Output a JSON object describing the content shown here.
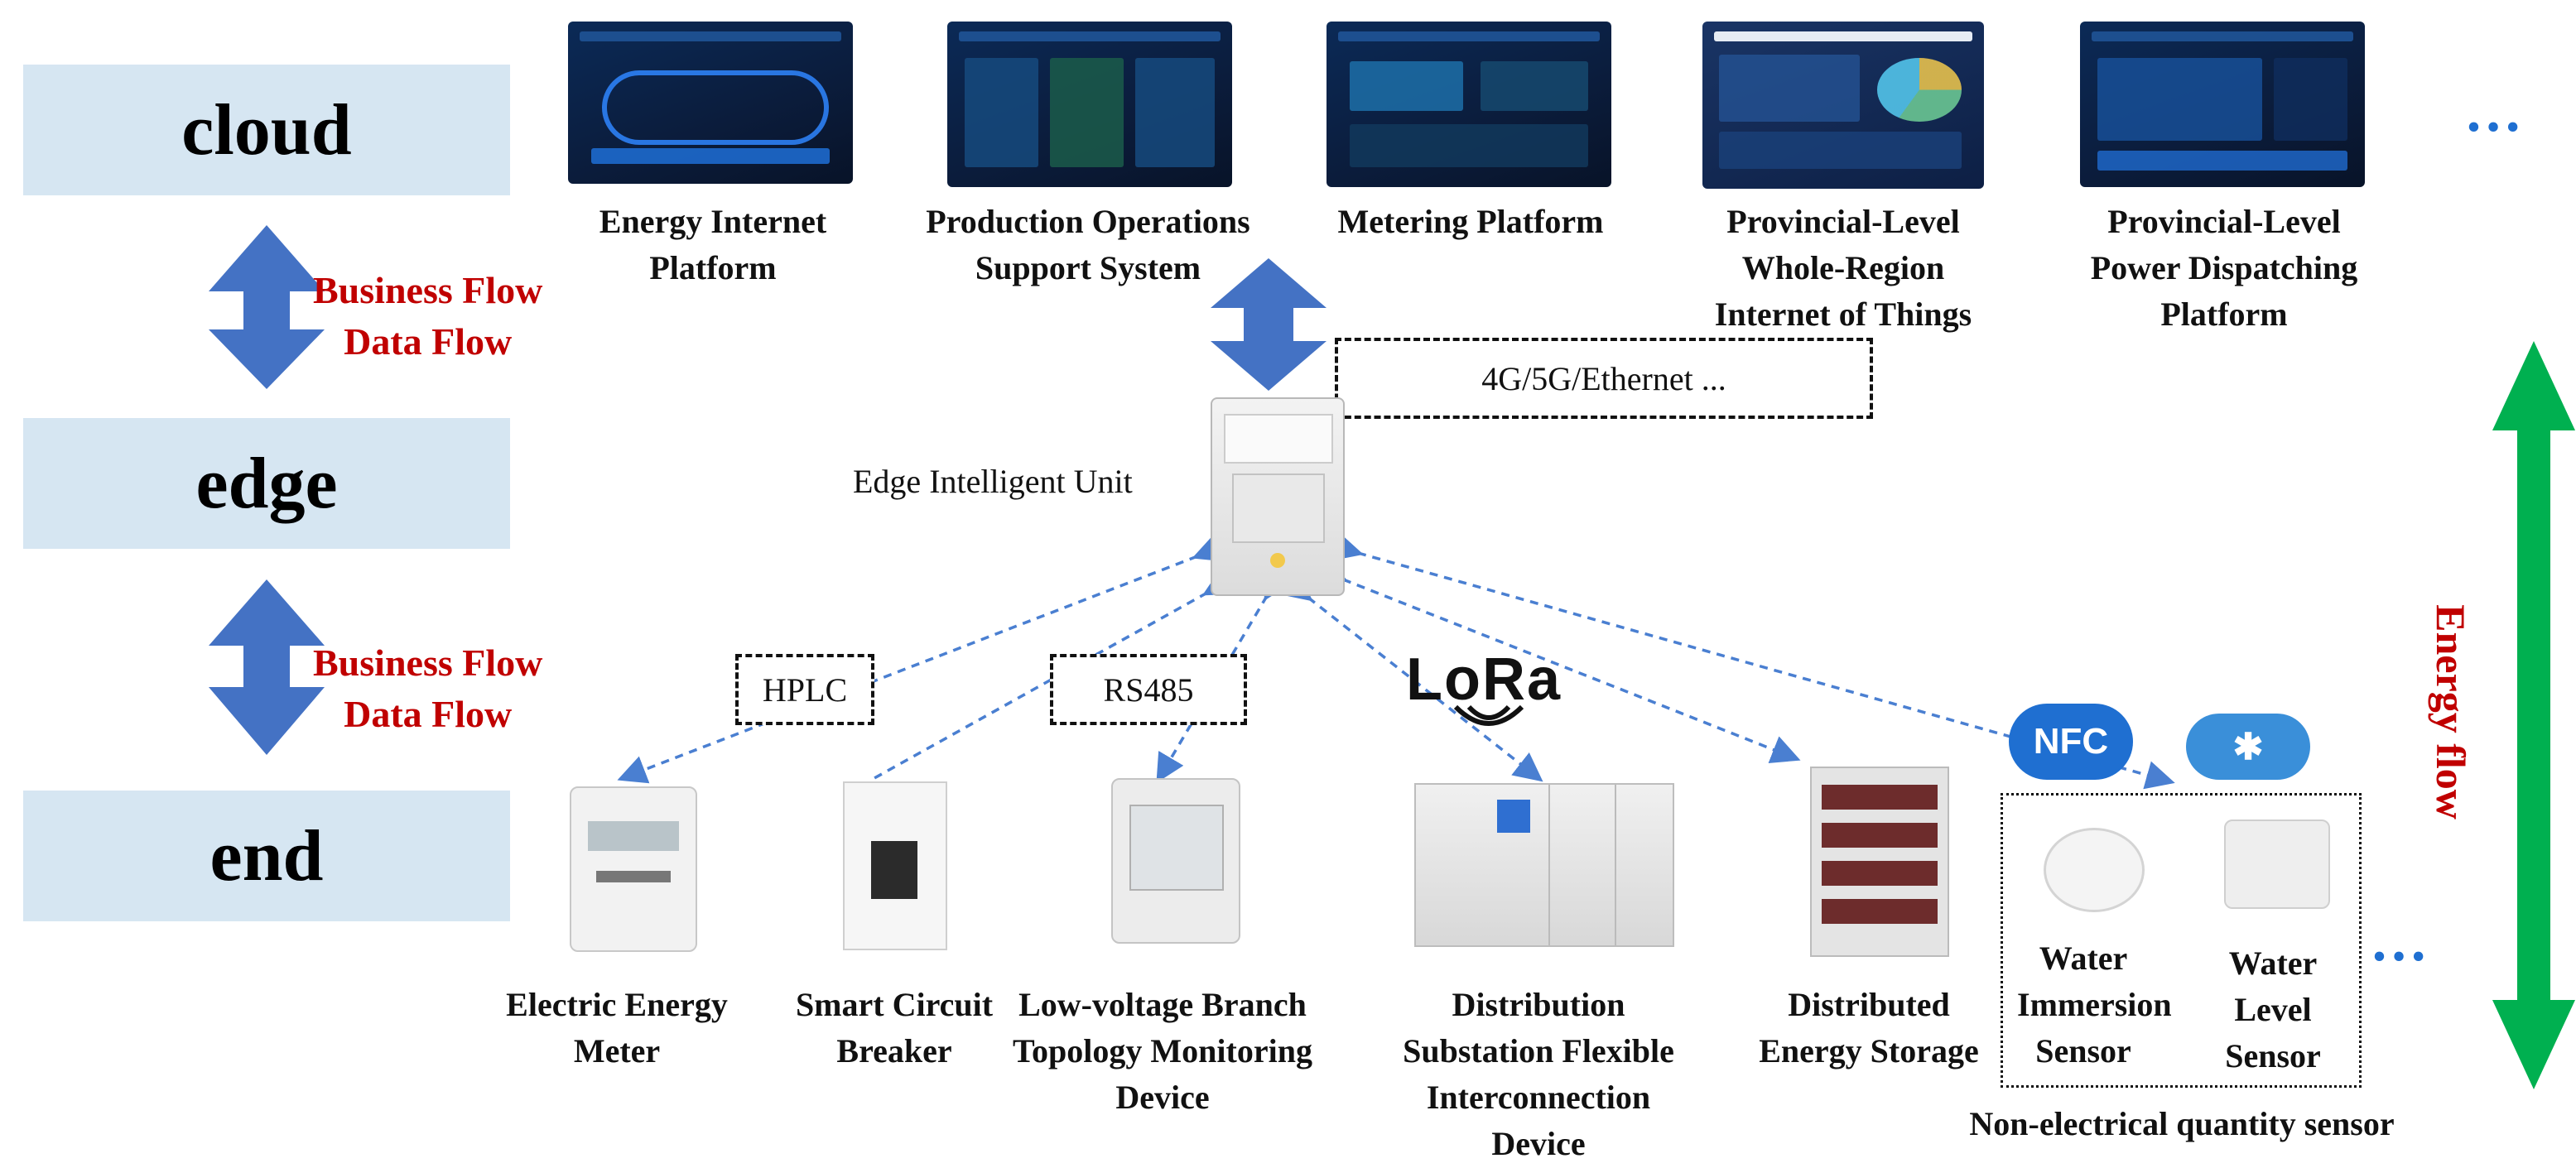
{
  "layers": {
    "cloud": "cloud",
    "edge": "edge",
    "end": "end"
  },
  "flows": {
    "upper_line1": "Business Flow",
    "upper_line2": "Data Flow",
    "lower_line1": "Business Flow",
    "lower_line2": "Data Flow"
  },
  "platforms": [
    {
      "label": "Energy Internet\nPlatform"
    },
    {
      "label": "Production Operations\nSupport System"
    },
    {
      "label": "Metering Platform"
    },
    {
      "label": "Provincial-Level\nWhole-Region\nInternet of Things"
    },
    {
      "label": "Provincial-Level\nPower Dispatching\nPlatform"
    }
  ],
  "cloud_ellipsis": "…",
  "edge": {
    "network_box": "4G/5G/Ethernet ...",
    "unit_label": "Edge Intelligent Unit"
  },
  "protocols": {
    "hplc": "HPLC",
    "rs485": "RS485",
    "lora": "LoRa",
    "nfc": "NFC",
    "bluetooth": "✱"
  },
  "devices": [
    {
      "label": "Electric Energy\nMeter"
    },
    {
      "label": "Smart Circuit\nBreaker"
    },
    {
      "label": "Low-voltage Branch\nTopology Monitoring\nDevice"
    },
    {
      "label": "Distribution\nSubstation Flexible\nInterconnection\nDevice"
    },
    {
      "label": "Distributed\nEnergy Storage"
    },
    {
      "label": "Water\nImmersion\nSensor"
    },
    {
      "label": "Water\nLevel\nSensor"
    }
  ],
  "sensor_group_label": "Non-electrical quantity sensor",
  "end_ellipsis": "…",
  "energy_flow": "Energy flow",
  "colors": {
    "layer_bg": "#d6e6f2",
    "flow_text": "#c00000",
    "blue_arrow": "#4472c4",
    "green_arrow": "#00b050",
    "dashed_link": "#4a7fd1",
    "ellipsis": "#1f6fd1"
  }
}
